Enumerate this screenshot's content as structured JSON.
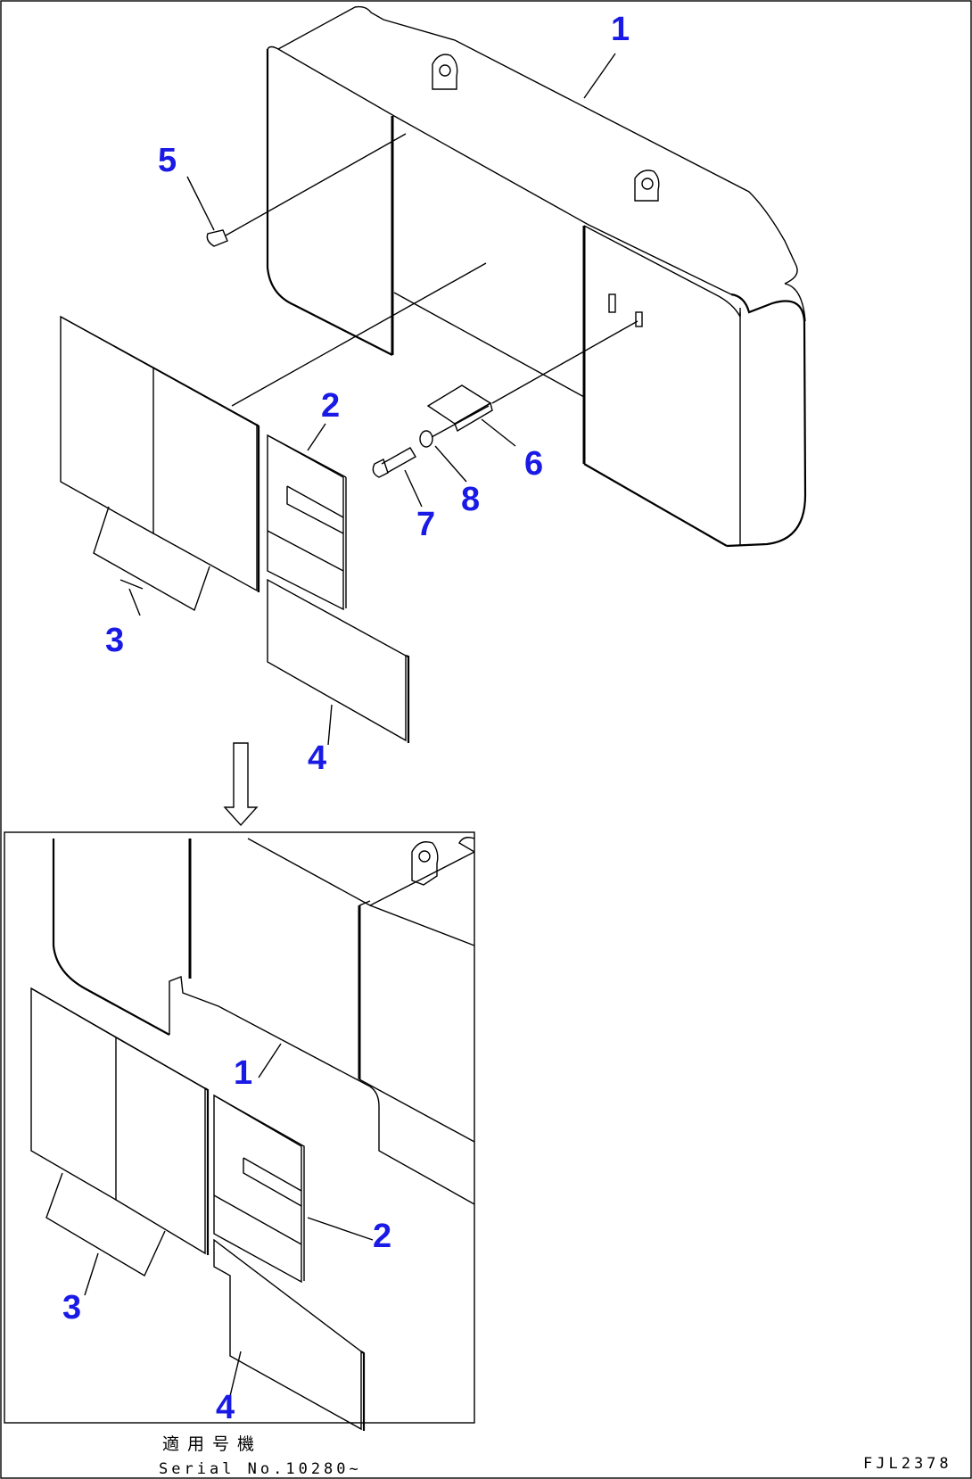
{
  "top_view": {
    "callouts": {
      "p1": "1",
      "p2": "2",
      "p3": "3",
      "p4": "4",
      "p5": "5",
      "p6": "6",
      "p7": "7",
      "p8": "8"
    }
  },
  "detail_view": {
    "callouts": {
      "p1": "1",
      "p2": "2",
      "p3": "3",
      "p4": "4"
    }
  },
  "footer": {
    "applicable_label": "適用号機",
    "serial": "Serial No.10280~",
    "drawing_code": "FJL2378"
  }
}
